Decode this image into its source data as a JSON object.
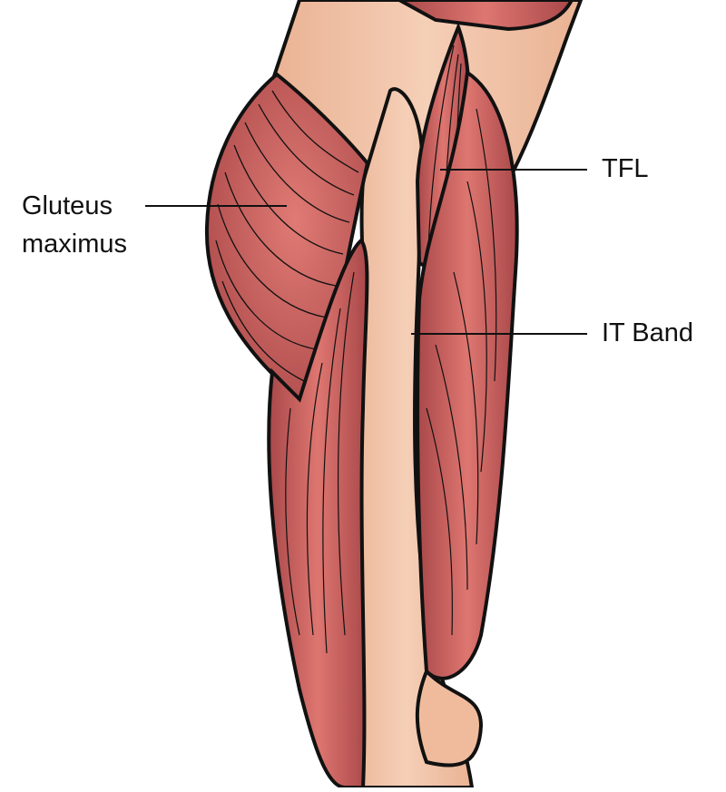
{
  "diagram": {
    "subject": "Lateral view of hip and thigh muscles",
    "labels": [
      {
        "id": "gluteus",
        "line1": "Gluteus",
        "line2": "maximus"
      },
      {
        "id": "tfl",
        "text": "TFL"
      },
      {
        "id": "it_band",
        "text": "IT Band"
      }
    ],
    "colors": {
      "muscle": "#d9706b",
      "muscle_dark": "#a9484a",
      "tendon": "#f2c4a8",
      "tendon_dark": "#e8aa8c",
      "outline": "#111111",
      "background": "#ffffff"
    }
  }
}
